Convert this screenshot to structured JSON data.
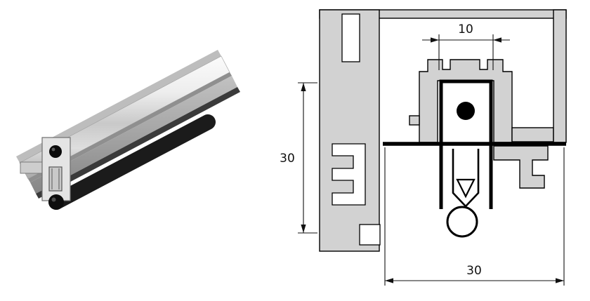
{
  "drawing": {
    "dimensions": {
      "top_width": "10",
      "seal_height": "30",
      "bottom_width": "30"
    },
    "colors": {
      "background": "#ffffff",
      "profile_fill": "#d2d2d2",
      "outline": "#000000",
      "rubber_seal": "#000000",
      "metal_highlight": "#f5f5f5",
      "metal_shadow": "#8a8a8a"
    }
  }
}
